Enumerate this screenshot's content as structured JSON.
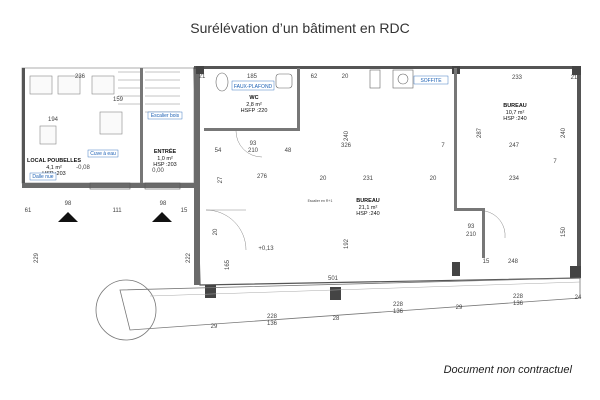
{
  "title": "Surélévation d’un bâtiment en RDC",
  "disclaimer": "Document non contractuel",
  "rooms": {
    "local_poubelles": {
      "name": "LOCAL POUBELLES",
      "area": "4,1 m²",
      "hsp": "HSP :203"
    },
    "entree": {
      "name": "ENTRÉE",
      "area": "1,0 m²",
      "hsp": "HSP :203"
    },
    "wc": {
      "name": "WC",
      "area": "2,8 m²",
      "hsfp": "HSFP :220"
    },
    "bureau_main": {
      "name": "BUREAU",
      "area": "21,1 m²",
      "hsp": "HSP :240"
    },
    "bureau_right": {
      "name": "BUREAU",
      "area": "10,7 m²",
      "hsp": "HSP :240"
    }
  },
  "notes": {
    "dalle_nue": "Dalle nue",
    "cuve_a_eau": "Cuve à eau",
    "escalier_bois": "Escalier bois",
    "faux_plafond": "FAUX-PLAFOND",
    "soffite": "SOFFITE",
    "escalier_note": "Escalier en R+1"
  },
  "dims": {
    "d_236": "236",
    "d_194": "194",
    "d_201": "201",
    "d_185": "185",
    "d_62": "62",
    "d_20": "20",
    "d_233": "233",
    "d_21": "21",
    "d_61": "61",
    "d_111": "111",
    "d_159": "159",
    "d_15": "15",
    "d_93": "93",
    "d_210": "210",
    "d_54": "54",
    "d_48": "48",
    "d_326": "326",
    "d_276": "276",
    "d_231": "231",
    "d_234": "234",
    "d_247": "247",
    "d_248": "248",
    "d_240": "240",
    "d_287": "287",
    "d_192": "192",
    "d_150": "150",
    "d_165": "165",
    "d_222": "222",
    "d_229": "229",
    "d_501": "501",
    "d_28": "28",
    "d_29": "29",
    "d_228": "228",
    "d_136": "136",
    "d_24": "24",
    "d_98": "98",
    "d_0_13": "+0,13",
    "d_0_08": "-0,08",
    "d_0_00": "0,00",
    "d_7": "7",
    "d_27": "27"
  }
}
